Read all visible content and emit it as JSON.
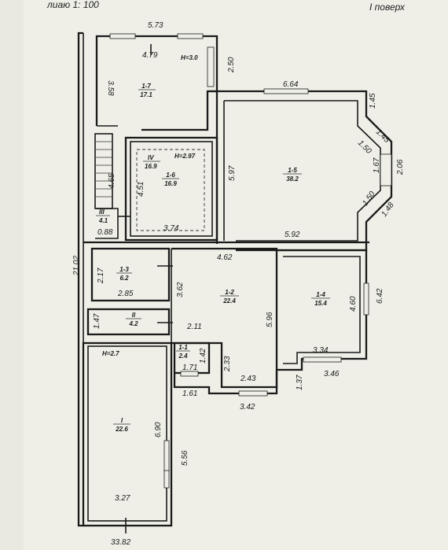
{
  "header": {
    "left": "лиаю 1: 100",
    "right": "I поверх"
  },
  "dimensions": {
    "top_width": "5.73",
    "room17_inner_width": "4.79",
    "room17_height_right": "2.50",
    "room17_depth_left": "3.58",
    "room15_top": "6.64",
    "bay_top": "1.45",
    "bay_diag_top": "1.45",
    "bay_inner_top": "1.50",
    "bay_front": "1.67",
    "bay_outer": "2.06",
    "bay_inner_bottom": "1.50",
    "bay_diag_bottom": "1.48",
    "room15_depth": "5.97",
    "room15_bottom": "5.92",
    "room16_depth": "4.51",
    "room16_width": "3.74",
    "stair_depth": "4.65",
    "room_iii_width": "0.88",
    "total_depth": "21.02",
    "hall_width": "4.62",
    "room13_depth": "2.17",
    "room13_width": "2.85",
    "hall_depth": "3.62",
    "hall_right_depth": "5.96",
    "room14_depth": "4.60",
    "room14_outer": "6.42",
    "room_ii_depth": "1.47",
    "hall_lower_width": "2.11",
    "room14_width": "3.34",
    "room14_outer_width": "3.46",
    "wc_depth": "1.42",
    "wc_width": "1.71",
    "corridor_depth": "2.33",
    "corridor_width": "2.43",
    "porch_width": "1.61",
    "corridor_outer_width": "3.42",
    "offset": "1.37",
    "garage_depth": "6.90",
    "garage_depth_outer": "5.56",
    "garage_width": "3.27",
    "total_width": "33.82"
  },
  "rooms": {
    "r17": {
      "num": "1-7",
      "area": "17.1",
      "height": "H=3.0"
    },
    "r16": {
      "num": "1-6",
      "area": "16.9",
      "height": "H=2.97"
    },
    "rIV": {
      "num": "IV",
      "area": "16.9"
    },
    "r15": {
      "num": "1-5",
      "area": "38.2"
    },
    "rIII": {
      "num": "III",
      "area": "4.1"
    },
    "r13": {
      "num": "1-3",
      "area": "6.2"
    },
    "r12": {
      "num": "1-2",
      "area": "22.4"
    },
    "r14": {
      "num": "1-4",
      "area": "15.4"
    },
    "rII": {
      "num": "II",
      "area": "4.2"
    },
    "r11": {
      "num": "1-1",
      "area": "2.4"
    },
    "rI": {
      "num": "I",
      "area": "22.6",
      "height": "H=2.7"
    }
  }
}
